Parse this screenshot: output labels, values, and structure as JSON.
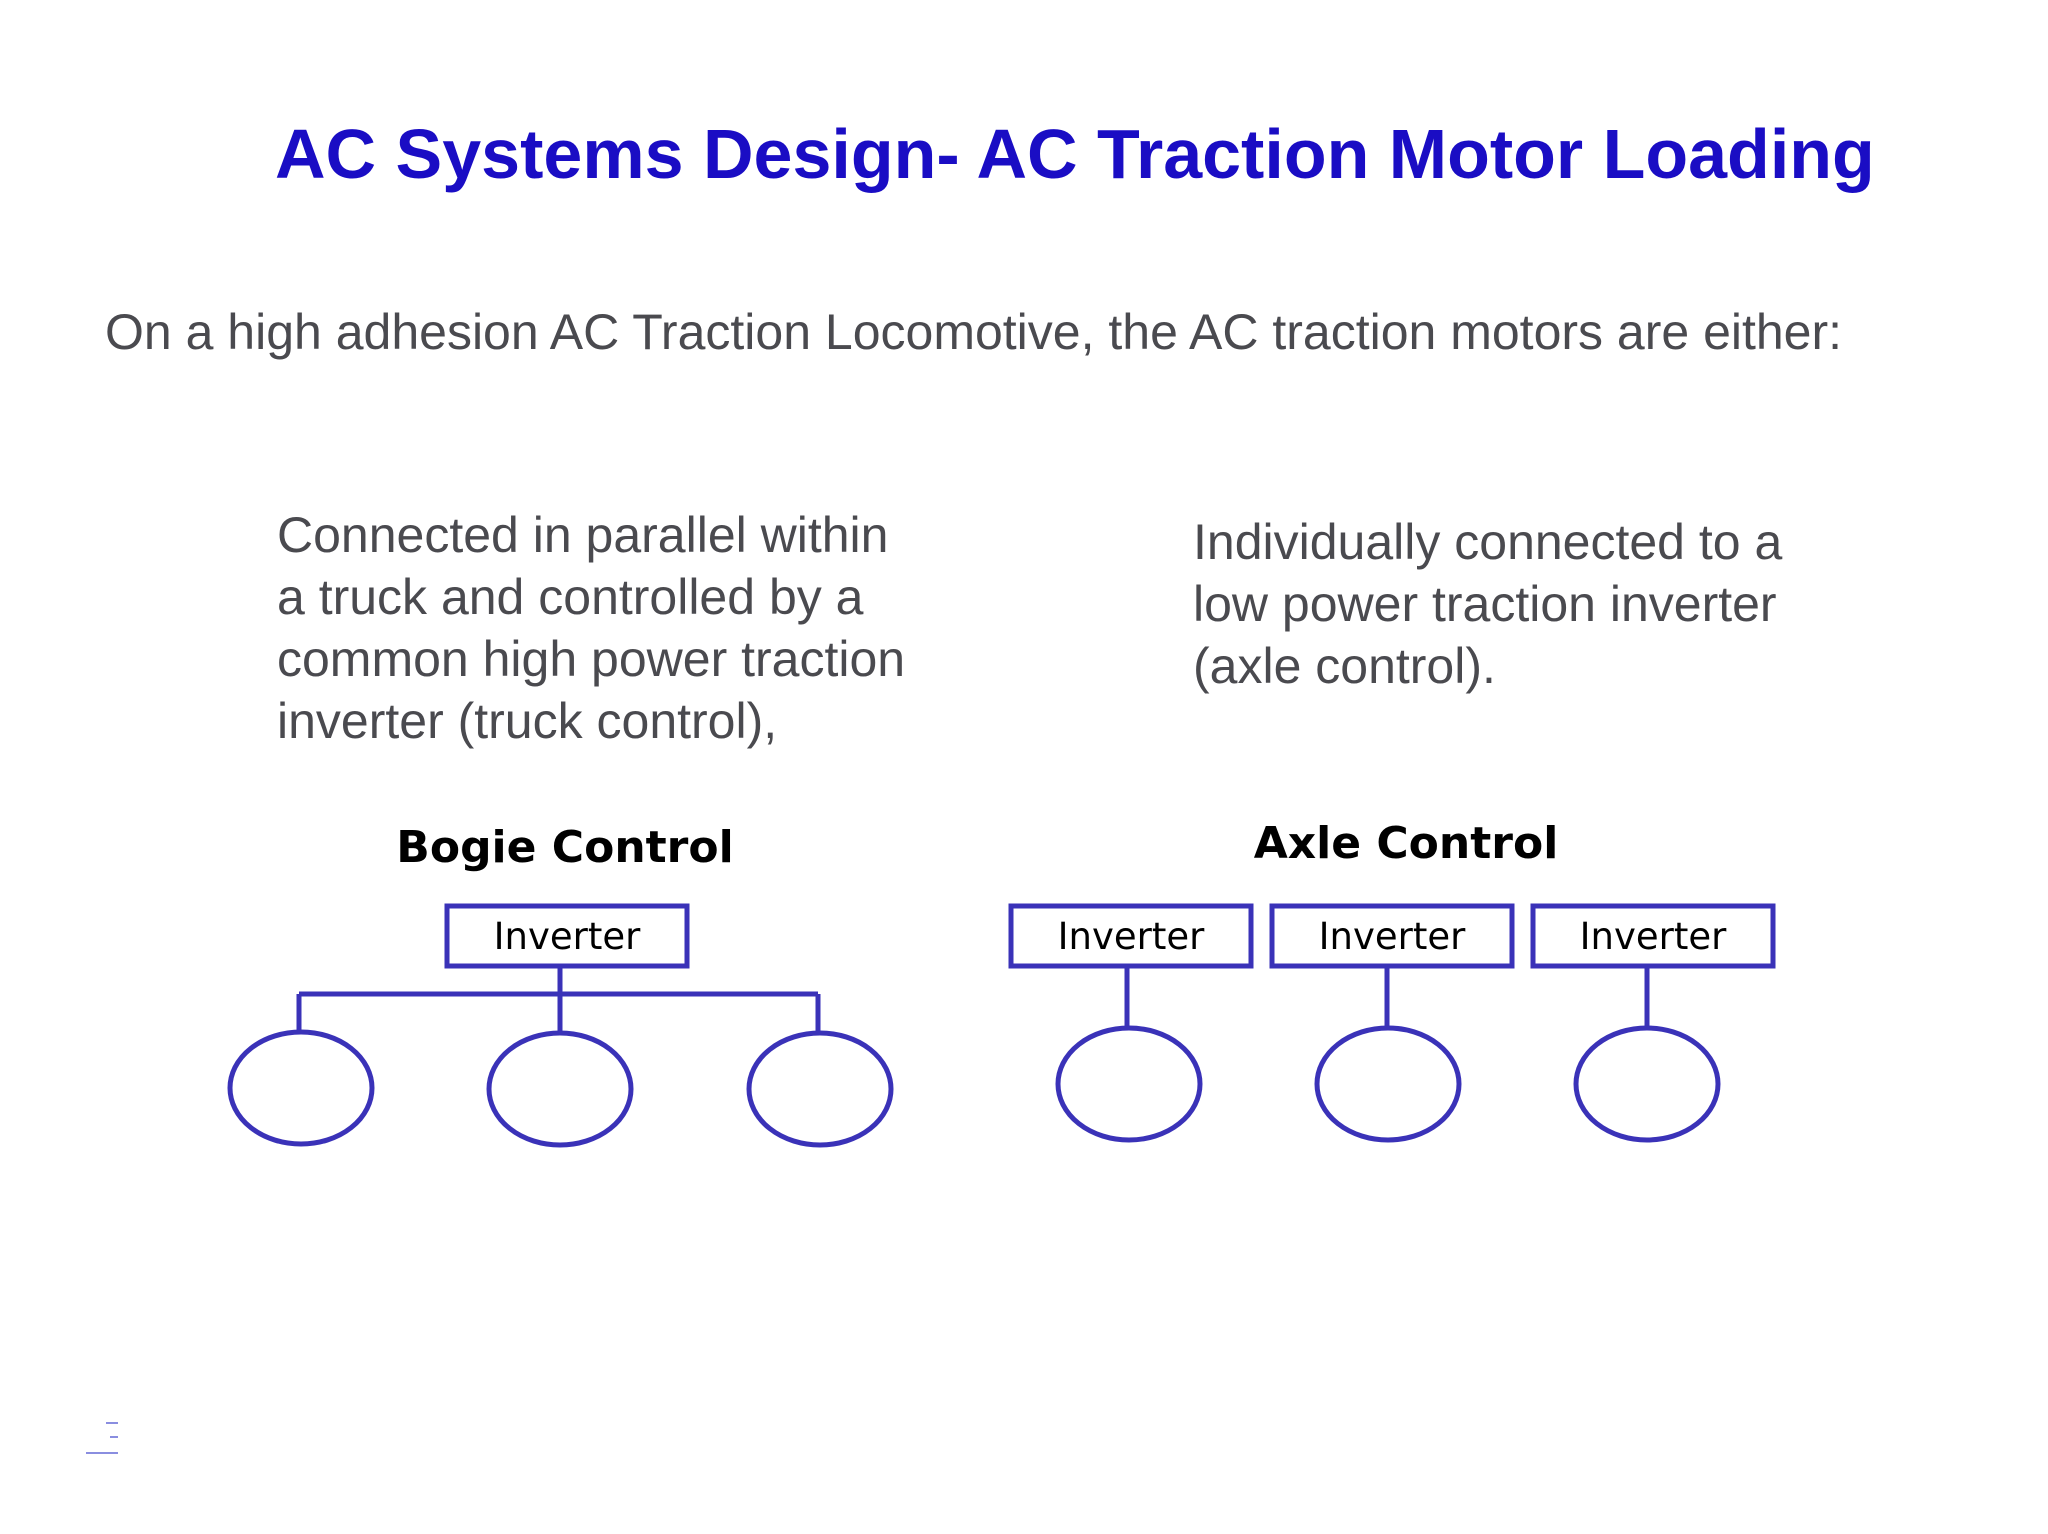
{
  "slide": {
    "title": "AC Systems Design- AC Traction Motor Loading",
    "intro": "On a high adhesion AC Traction Locomotive, the AC traction motors are either:",
    "options": {
      "left": [
        "Connected in parallel within",
        "a truck and controlled by a",
        "common high power traction",
        "inverter (truck control),"
      ],
      "right": [
        "Individually connected to a",
        "low power traction inverter",
        "(axle control)."
      ]
    }
  },
  "diagram": {
    "bogie": {
      "heading": "Bogie Control",
      "inverter_label": "Inverter",
      "motor_count": 3
    },
    "axle": {
      "heading": "Axle Control",
      "inverter_labels": [
        "Inverter",
        "Inverter",
        "Inverter"
      ],
      "motor_count": 3
    }
  },
  "colors": {
    "title": "#1a0dc4",
    "body_text": "#4a4a4f",
    "diagram_stroke": "#3a32b8",
    "heading": "#000000",
    "footer_mark": "#8a8ee0"
  }
}
